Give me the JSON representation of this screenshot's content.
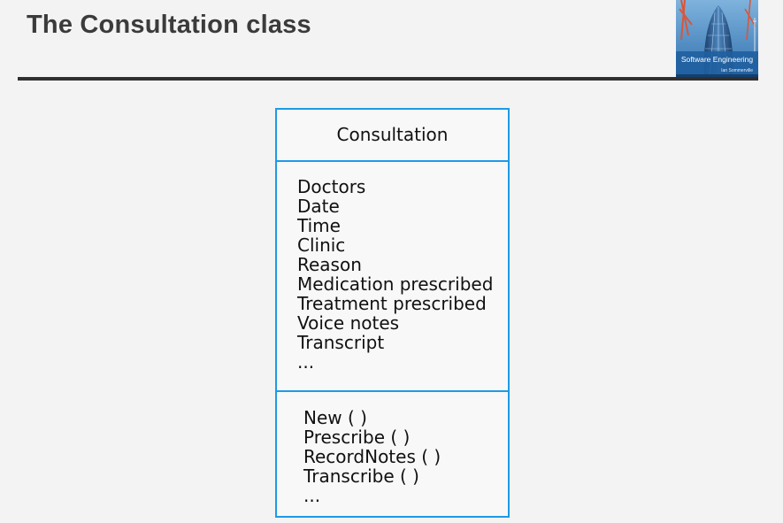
{
  "slide": {
    "title": "The Consultation class"
  },
  "book": {
    "title": "Software Engineering",
    "author": "Ian Sommerville"
  },
  "uml_class": {
    "name": "Consultation",
    "attributes": [
      "Doctors",
      "Date",
      "Time",
      "Clinic",
      "Reason",
      "Medication prescribed",
      "Treatment prescribed",
      "Voice notes",
      "Transcript",
      "..."
    ],
    "operations": [
      "New ( )",
      "Prescribe ( )",
      "RecordNotes ( )",
      "Transcribe ( )",
      "..."
    ]
  },
  "colors": {
    "class_border": "#1d9be6",
    "title_text": "#3b3b3b",
    "rule": "#2f2f2f",
    "background": "#f3f3f3"
  }
}
